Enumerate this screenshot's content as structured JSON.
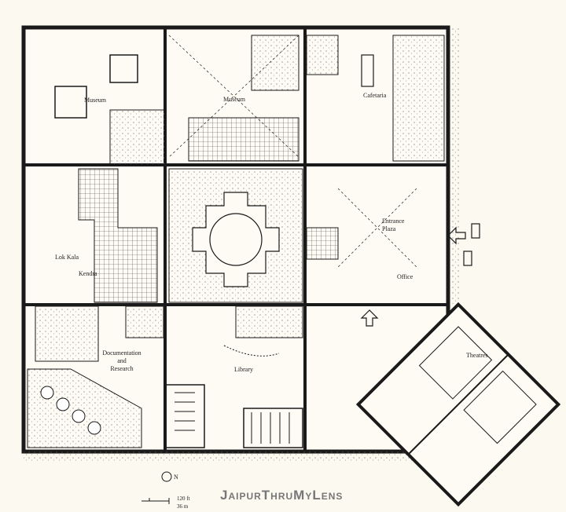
{
  "title": "",
  "labels": {
    "museum_1": "Museum",
    "museum_2": "Museum",
    "cafetaria": "Cafetaria",
    "entrance_1": "Entrance",
    "entrance_2": "Plaza",
    "office": "Office",
    "lok_kala_1": "Lok Kala",
    "lok_kala_2": "Kendra",
    "doc_1": "Documentation",
    "doc_2": "and",
    "doc_3": "Research",
    "library": "Library",
    "theatres": "Theatres"
  },
  "north": "N",
  "scale": {
    "ft": "120 ft",
    "m": "36 m"
  },
  "watermark": "JaipurThruMyLens",
  "colors": {
    "ink": "#1a1a1a",
    "paper": "#fbf9f0",
    "watermark": "#777777"
  }
}
